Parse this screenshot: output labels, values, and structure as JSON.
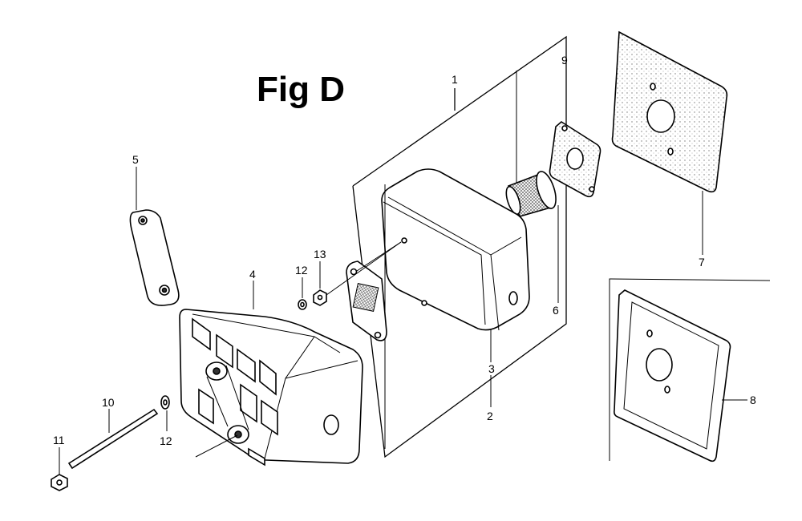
{
  "figure": {
    "title": "Fig D"
  },
  "callouts": {
    "c1": "1",
    "c2": "2",
    "c3": "3",
    "c4": "4",
    "c5": "5",
    "c6": "6",
    "c7": "7",
    "c8": "8",
    "c9": "9",
    "c10": "10",
    "c11": "11",
    "c12a": "12",
    "c12b": "12",
    "c13": "13"
  }
}
